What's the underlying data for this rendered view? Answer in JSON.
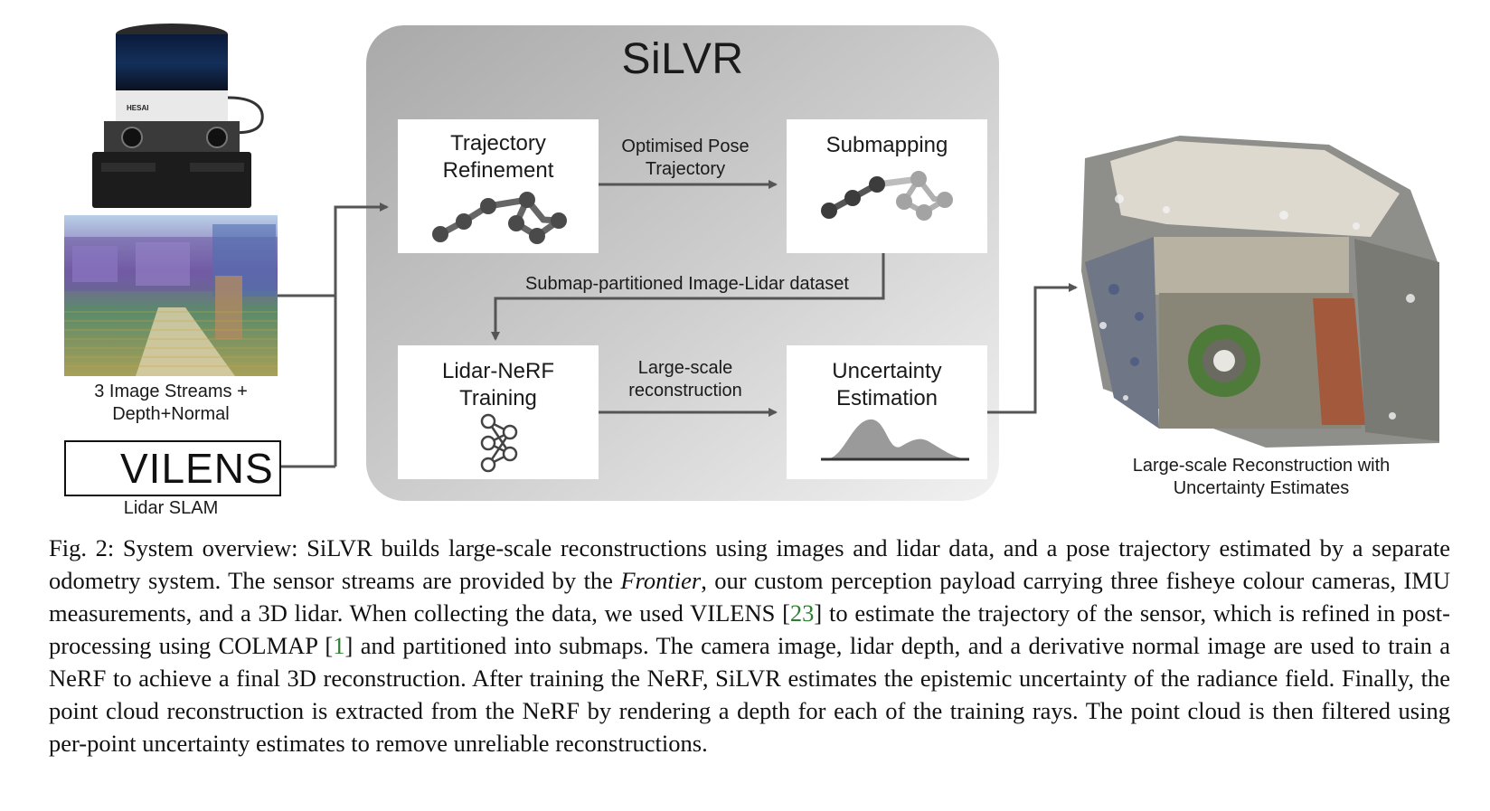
{
  "title": "SiLVR",
  "boxes": {
    "trajectory_refinement": "Trajectory\nRefinement",
    "submapping": "Submapping",
    "lidar_nerf_training": "Lidar-NeRF\nTraining",
    "uncertainty_estimation": "Uncertainty\nEstimation"
  },
  "edges": {
    "optimised_pose": "Optimised Pose\nTrajectory",
    "submap_dataset": "Submap-partitioned Image-Lidar dataset",
    "large_scale": "Large-scale\nreconstruction"
  },
  "inputs": {
    "image_streams": "3 Image Streams +\nDepth+Normal",
    "vilens_logo_text": "VILENS",
    "lidar_slam": "Lidar SLAM",
    "sensor_brand": "HESAI"
  },
  "output": {
    "label": "Large-scale Reconstruction with\nUncertainty Estimates"
  },
  "caption": {
    "p1": "Fig. 2: System overview: SiLVR builds large-scale reconstructions using images and lidar data, and a pose trajectory estimated by a separate odometry system. The sensor streams are provided by the ",
    "frontier": "Frontier",
    "p2": ", our custom perception payload carrying three fisheye colour cameras, IMU measurements, and a 3D lidar. When collecting the data, we used VILENS [",
    "ref23": "23",
    "p3": "] to estimate the trajectory of the sensor, which is refined in post-processing using COLMAP [",
    "ref1": "1",
    "p4": "] and partitioned into submaps. The camera image, lidar depth, and a derivative normal image are used to train a NeRF to achieve a final 3D reconstruction. After training the NeRF, SiLVR estimates the epistemic uncertainty of the radiance field. Finally, the point cloud reconstruction is extracted from the NeRF by rendering a depth for each of the training rays. The point cloud is then filtered using per-point uncertainty estimates to remove unreliable reconstructions."
  },
  "colors": {
    "panel_light": "#efefef",
    "panel_dark": "#bdbdbd",
    "arrow": "#555555",
    "node_dark": "#444444",
    "node_light": "#9a9a9a",
    "link_ref": "#2e7d32"
  }
}
